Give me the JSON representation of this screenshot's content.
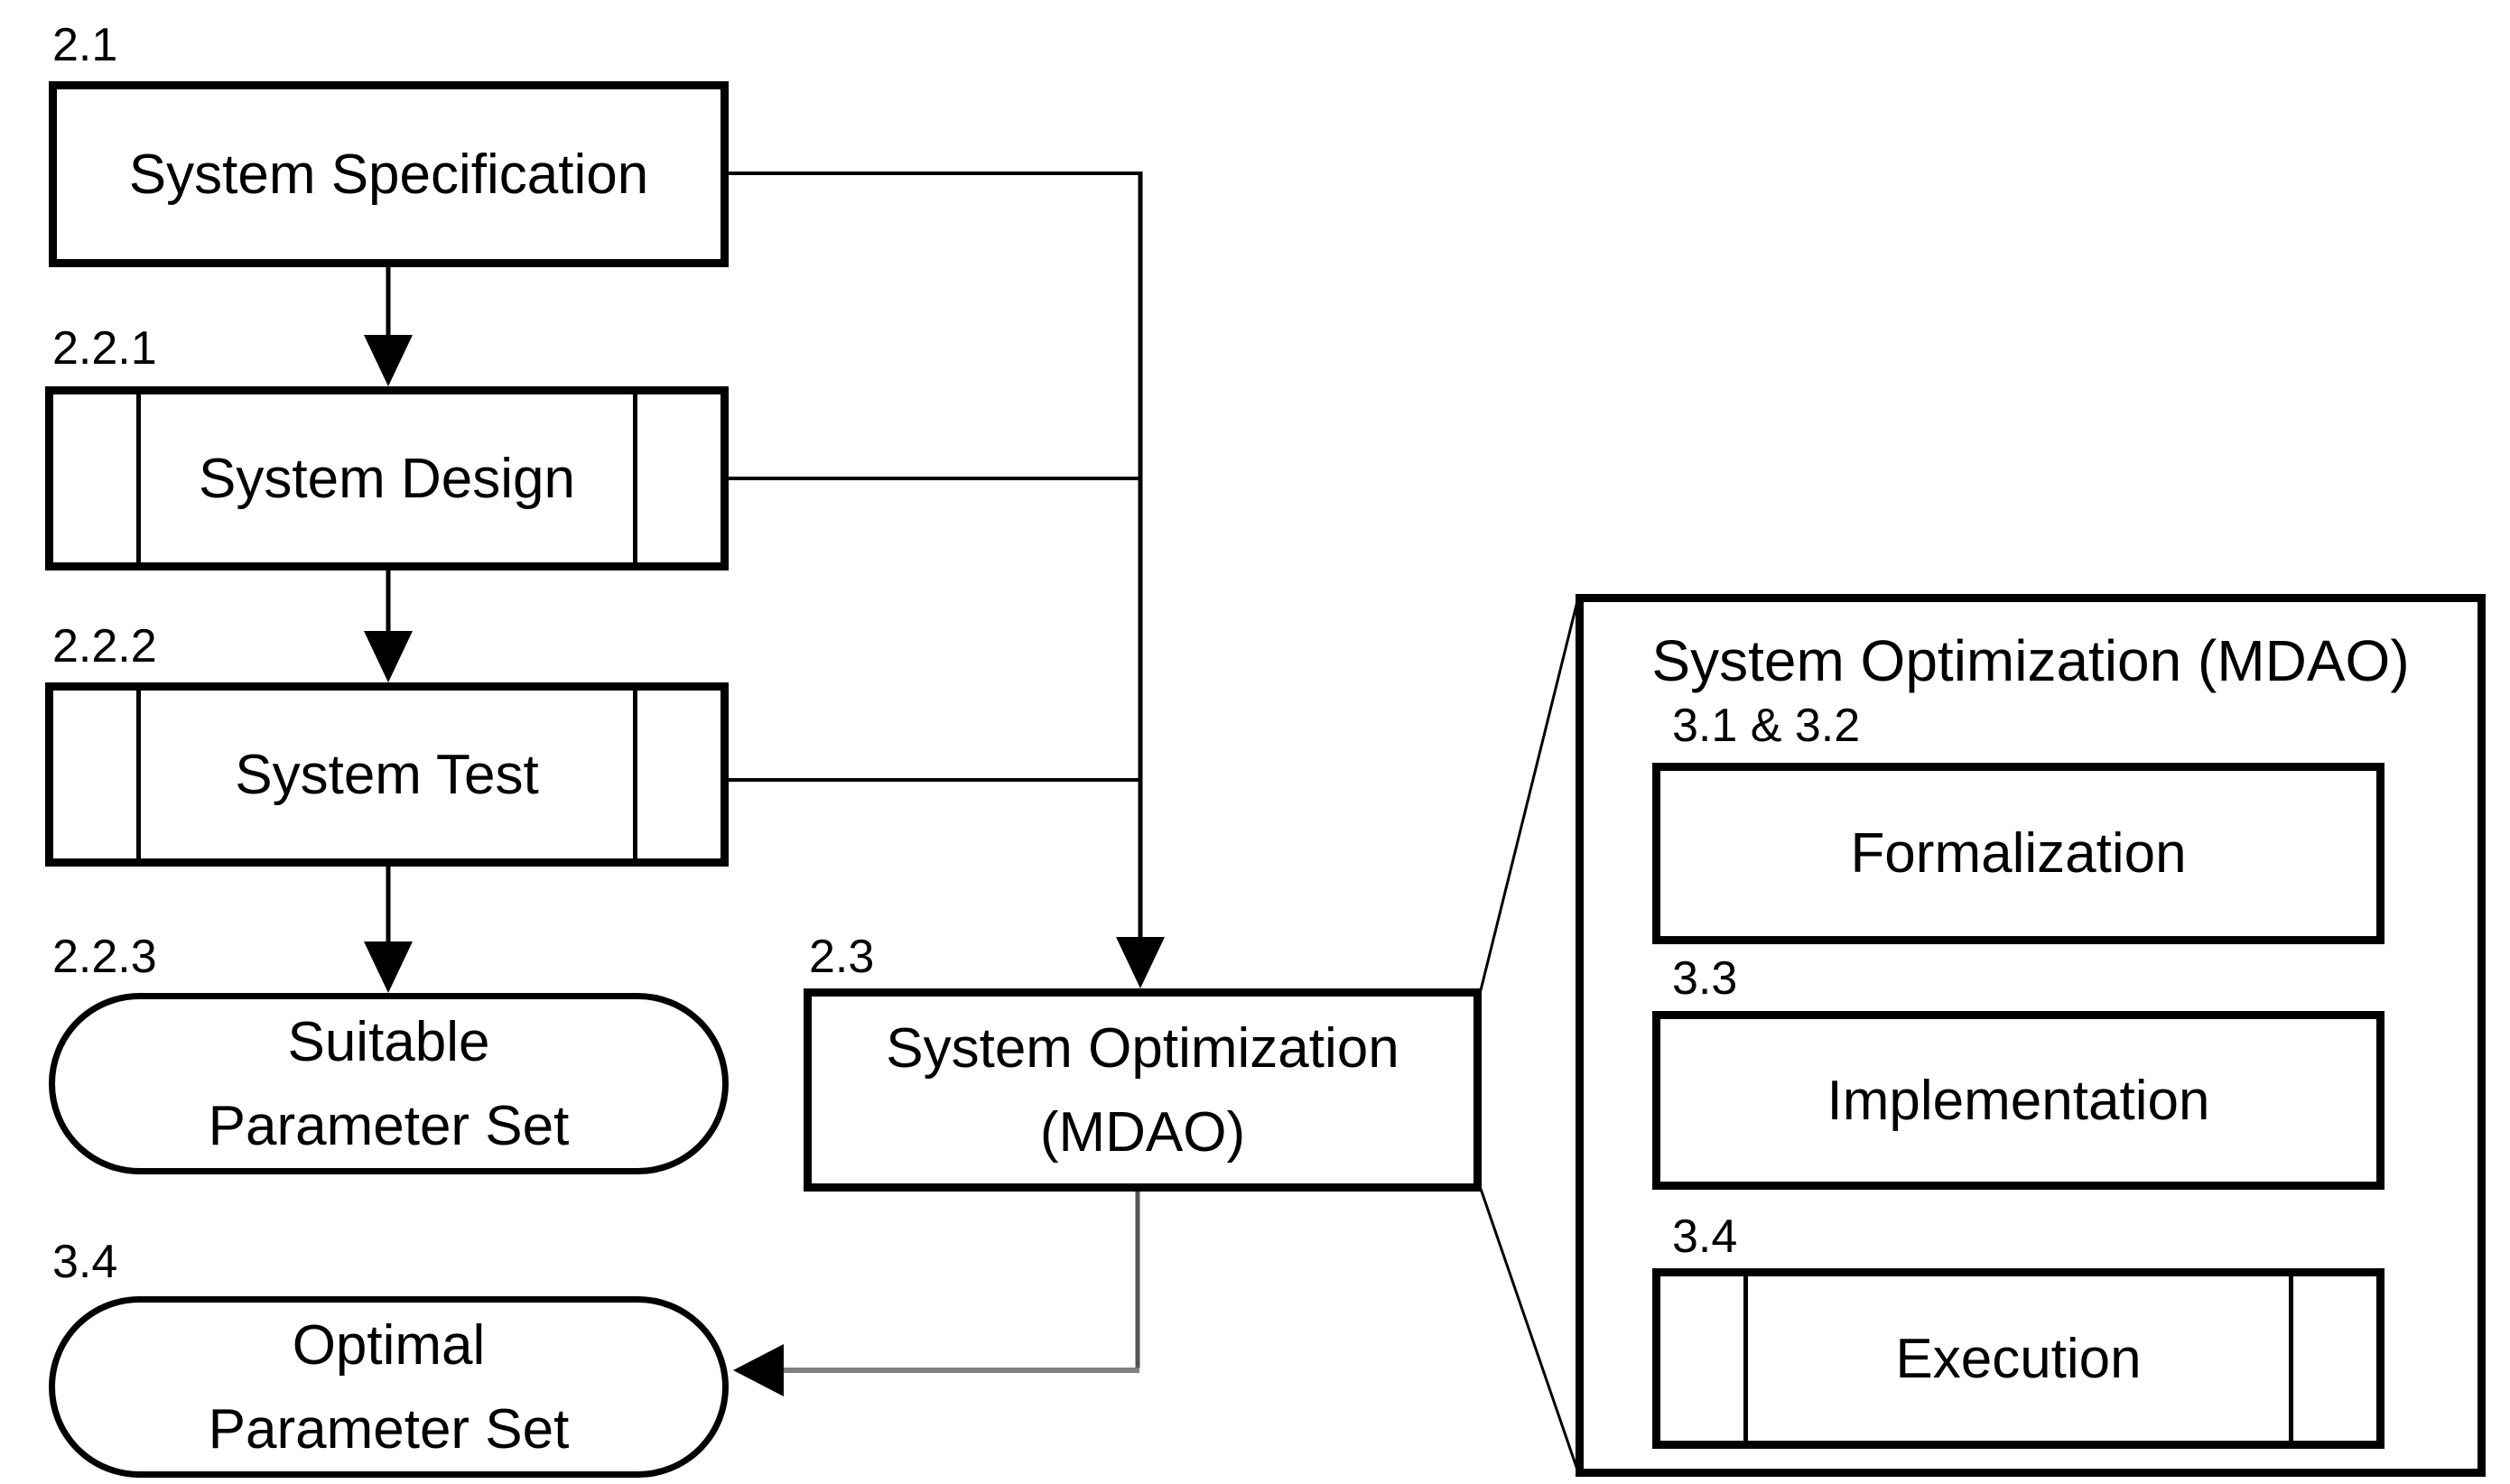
{
  "diagram": {
    "colors": {
      "background": "#ffffff",
      "line": "#000000",
      "connector_gray": "#808080",
      "connector_dark_gray": "#555555"
    },
    "main_flow": {
      "spec": {
        "step": "2.1",
        "label": "System Specification"
      },
      "design": {
        "step": "2.2.1",
        "label": "System Design"
      },
      "test": {
        "step": "2.2.2",
        "label": "System Test"
      },
      "suitable": {
        "step": "2.2.3",
        "label_line1": "Suitable",
        "label_line2": "Parameter Set"
      },
      "optimal": {
        "step": "3.4",
        "label_line1": "Optimal",
        "label_line2": "Parameter Set"
      },
      "sysopt": {
        "step": "2.3",
        "label_line1": "System Optimization",
        "label_line2": "(MDAO)"
      }
    },
    "detail_panel": {
      "title": "System Optimization (MDAO)",
      "formalization": {
        "step": "3.1 & 3.2",
        "label": "Formalization"
      },
      "implementation": {
        "step": "3.3",
        "label": "Implementation"
      },
      "execution": {
        "step": "3.4",
        "label": "Execution"
      }
    }
  }
}
